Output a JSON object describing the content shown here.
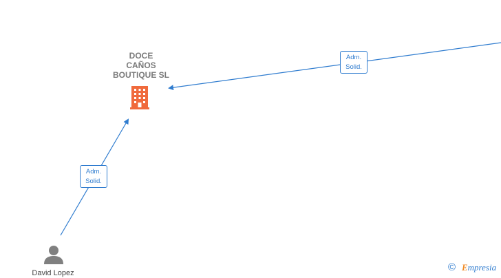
{
  "company": {
    "name_lines": [
      "DOCE",
      "CAÑOS",
      "BOUTIQUE  SL"
    ],
    "icon": "building-icon"
  },
  "person": {
    "name": "David Lopez",
    "icon": "person-icon"
  },
  "edges": [
    {
      "id": "top",
      "label_lines": [
        "Adm.",
        "Solid."
      ]
    },
    {
      "id": "left",
      "label_lines": [
        "Adm.",
        "Solid."
      ]
    }
  ],
  "watermark": {
    "symbol": "©",
    "brand_initial": "E",
    "brand_rest": "mpresia"
  },
  "colors": {
    "edge": "#2f7ccf",
    "company_icon": "#f06a3c",
    "person_icon": "#808080",
    "label_text": "#7a7a7a"
  }
}
